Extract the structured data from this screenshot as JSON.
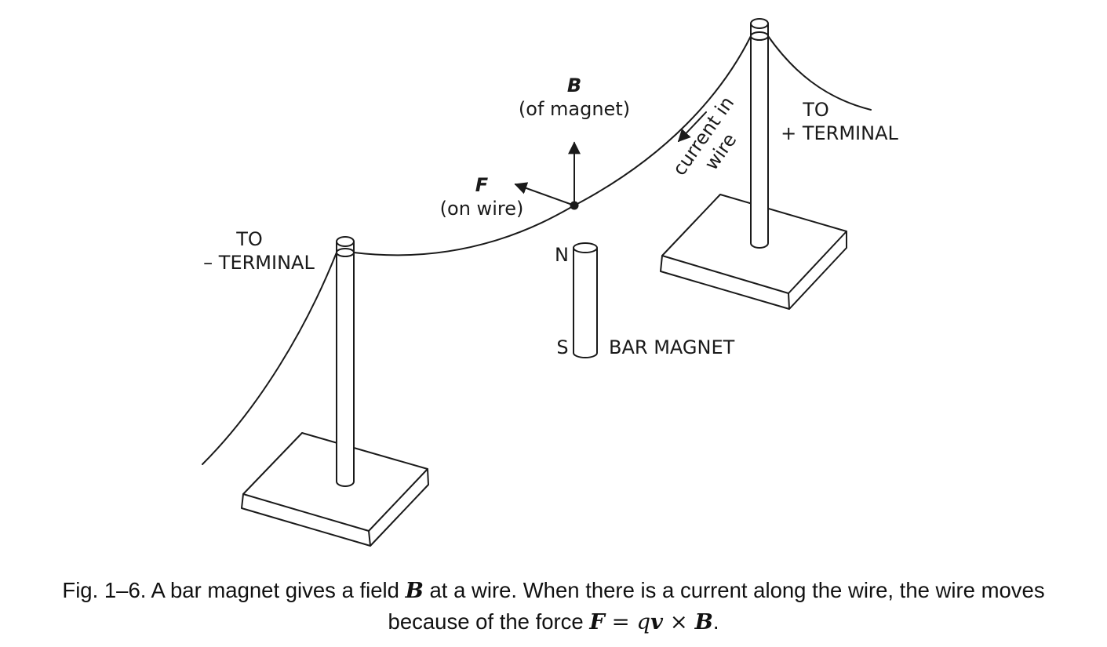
{
  "figure": {
    "labels": {
      "b_symbol": "B",
      "b_desc": "(of magnet)",
      "f_symbol": "F",
      "f_desc": "(on wire)",
      "to_minus_1": "TO",
      "to_minus_2": "– TERMINAL",
      "to_plus_1": "TO",
      "to_plus_2": "+ TERMINAL",
      "current_1": "current in",
      "current_2": "wire",
      "north": "N",
      "south": "S",
      "bar_magnet": "BAR MAGNET"
    },
    "colors": {
      "ink": "#1a1a1a",
      "background": "#ffffff"
    }
  },
  "caption": {
    "part1": "Fig. 1–6.  A bar magnet gives a field ",
    "b1": "B",
    "part2": " at a wire. When there is a current along the wire, the wire moves",
    "part3": "because of the force ",
    "f": "F",
    "eq": " = ",
    "q": "q",
    "v": "v",
    "times": " × ",
    "b2": "B",
    "end": "."
  }
}
